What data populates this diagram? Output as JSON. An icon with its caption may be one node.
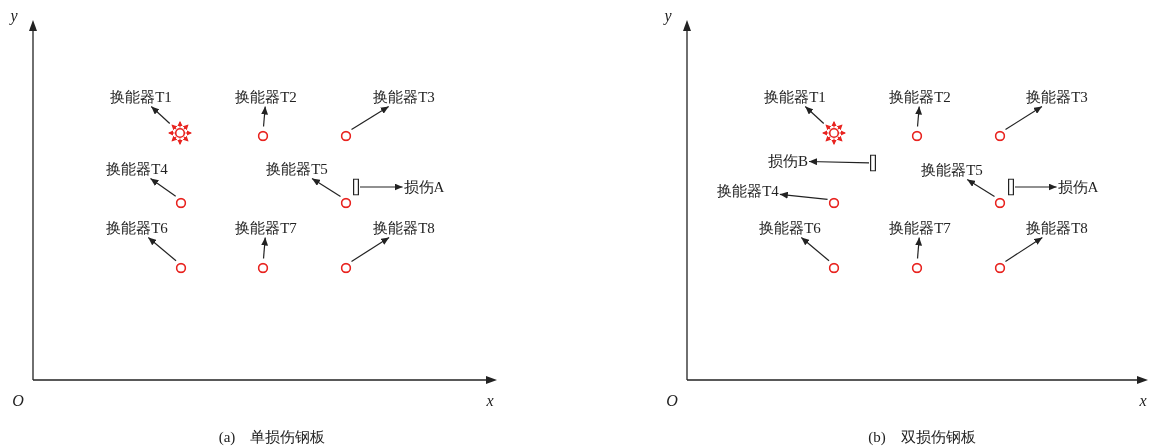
{
  "diagram": {
    "nodes": [
      {
        "text": [
          "换能器T1"
        ]
      },
      {
        "text": [],
        "shape": "circle"
      },
      {
        "text": [
          "换能器T2"
        ]
      },
      {
        "text": [],
        "shape": "circle"
      },
      {
        "text": [
          "换能器T3"
        ]
      },
      {
        "text": [],
        "shape": "circle"
      },
      {
        "text": [
          "换能器T4"
        ]
      },
      {
        "text": [],
        "shape": "circle"
      },
      {
        "text": [
          "换能器T5"
        ]
      },
      {
        "text": [],
        "shape": "circle"
      },
      {
        "text": [],
        "shape": "bar"
      },
      {
        "text": [
          "损伤A"
        ]
      },
      {
        "text": [
          "换能器T6"
        ]
      },
      {
        "text": [],
        "shape": "circle"
      },
      {
        "text": [
          "换能器T7"
        ]
      },
      {
        "text": [],
        "shape": "circle"
      },
      {
        "text": [
          "换能器T8"
        ]
      },
      {
        "text": [],
        "shape": "circle"
      },
      {
        "text": [
          "换能器T1"
        ]
      },
      {
        "text": [],
        "shape": "circle"
      },
      {
        "text": [
          "换能器T2"
        ]
      },
      {
        "text": [],
        "shape": "circle"
      },
      {
        "text": [
          "换能器T3"
        ]
      },
      {
        "text": [],
        "shape": "circle"
      },
      {
        "text": [
          "损伤B"
        ]
      },
      {
        "text": [],
        "shape": "bar"
      },
      {
        "text": [
          "换能器T5"
        ]
      },
      {
        "text": [],
        "shape": "circle"
      },
      {
        "text": [],
        "shape": "bar"
      },
      {
        "text": [
          "损伤A"
        ]
      },
      {
        "text": [
          "换能器T4"
        ]
      },
      {
        "text": [],
        "shape": "circle"
      },
      {
        "text": [
          "换能器T6"
        ]
      },
      {
        "text": [],
        "shape": "circle"
      },
      {
        "text": [
          "换能器T7"
        ]
      },
      {
        "text": [],
        "shape": "circle"
      },
      {
        "text": [
          "换能器T8"
        ]
      },
      {
        "text": [],
        "shape": "circle"
      }
    ],
    "edges": [
      {
        "from": 1,
        "to": 0,
        "arrow": "to"
      },
      {
        "from": 3,
        "to": 2,
        "arrow": "to"
      },
      {
        "from": 5,
        "to": 4,
        "arrow": "to"
      },
      {
        "from": 7,
        "to": 6,
        "arrow": "to"
      },
      {
        "from": 9,
        "to": 8,
        "arrow": "to"
      },
      {
        "from": 10,
        "to": 11,
        "arrow": "to"
      },
      {
        "from": 13,
        "to": 12,
        "arrow": "to"
      },
      {
        "from": 15,
        "to": 14,
        "arrow": "to"
      },
      {
        "from": 17,
        "to": 16,
        "arrow": "to"
      },
      {
        "from": 19,
        "to": 18,
        "arrow": "to"
      },
      {
        "from": 21,
        "to": 20,
        "arrow": "to"
      },
      {
        "from": 23,
        "to": 22,
        "arrow": "to"
      },
      {
        "from": 25,
        "to": 24,
        "arrow": "to"
      },
      {
        "from": 27,
        "to": 26,
        "arrow": "to"
      },
      {
        "from": 28,
        "to": 29,
        "arrow": "to"
      },
      {
        "from": 31,
        "to": 30,
        "arrow": "to"
      },
      {
        "from": 33,
        "to": 32,
        "arrow": "to"
      },
      {
        "from": 35,
        "to": 34,
        "arrow": "to"
      },
      {
        "from": 37,
        "to": 36,
        "arrow": "to"
      }
    ],
    "labels": [
      "y",
      "O",
      "x",
      "(a)　单损伤钢板",
      "y",
      "O",
      "x",
      "(b)　双损伤钢板"
    ]
  }
}
